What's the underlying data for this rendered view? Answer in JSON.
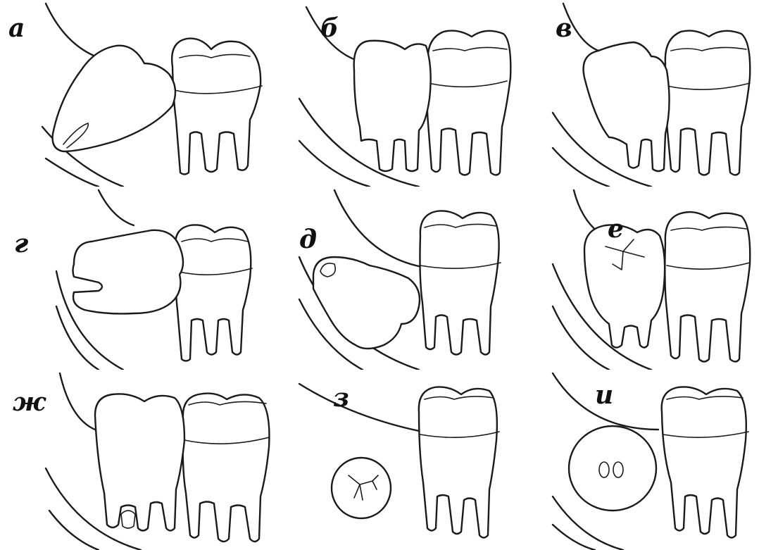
{
  "panels": [
    {
      "label": "а",
      "variant": "mesioangular"
    },
    {
      "label": "б",
      "variant": "vertical"
    },
    {
      "label": "в",
      "variant": "vertical-tilted"
    },
    {
      "label": "г",
      "variant": "horizontal"
    },
    {
      "label": "д",
      "variant": "deep-inverted"
    },
    {
      "label": "е",
      "variant": "buccal-rotated"
    },
    {
      "label": "ж",
      "variant": "erupted"
    },
    {
      "label": "з",
      "variant": "crown-germ"
    },
    {
      "label": "и",
      "variant": "follicle"
    }
  ],
  "colors": {
    "line": "#1a1a1a",
    "background": "#ffffff"
  }
}
